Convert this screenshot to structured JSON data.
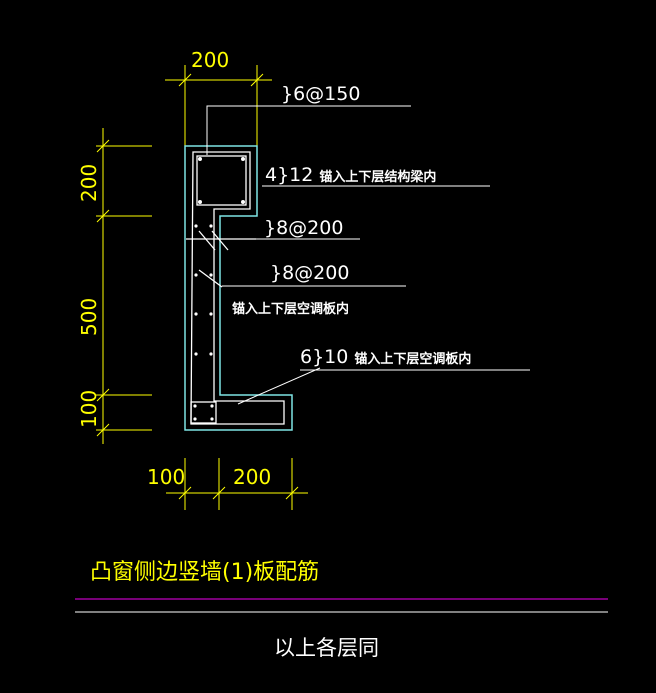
{
  "dimensions": {
    "top_width": "200",
    "left_top": "200",
    "left_middle": "500",
    "left_bottom": "100",
    "bottom_left": "100",
    "bottom_right": "200"
  },
  "annotations": {
    "stirrup_top": "}6@150",
    "beam_bar_code": "4}12",
    "beam_bar_text": "锚入上下层结构梁内",
    "horiz_bar_1": "}8@200",
    "horiz_bar_2": "}8@200",
    "panel_anchor_text": "锚入上下层空调板内",
    "bottom_bar_code": "6}10",
    "bottom_bar_text": "锚入上下层空调板内"
  },
  "title": "凸窗侧边竖墙(1)板配筋",
  "footer_note": "以上各层同",
  "colors": {
    "background": "#000000",
    "dimension": "#ffff00",
    "outline": "#7fe5e5",
    "rebar": "#ffffff",
    "divider_purple": "#c000c0",
    "divider_white": "#ffffff"
  }
}
